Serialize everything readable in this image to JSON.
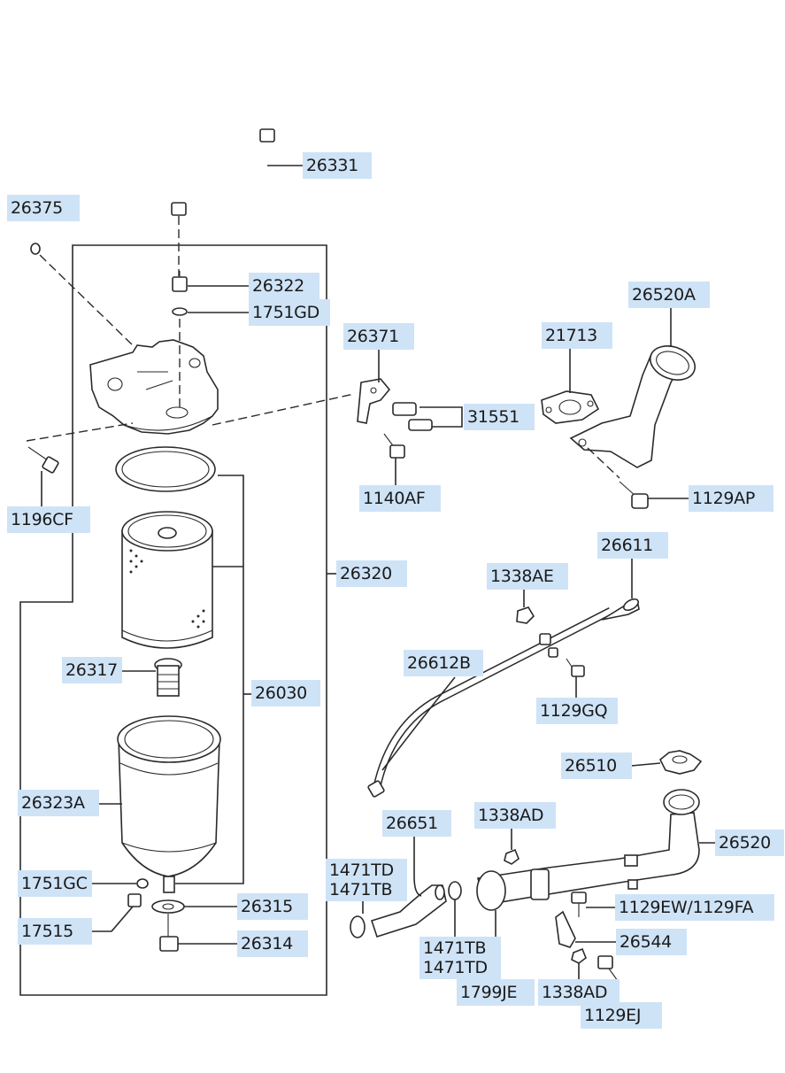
{
  "diagram": {
    "labels": {
      "p26331": "26331",
      "p26375": "26375",
      "p26322": "26322",
      "p1751GD": "1751GD",
      "p26371": "26371",
      "p21713": "21713",
      "p26520A": "26520A",
      "p31551": "31551",
      "p1196CF": "1196CF",
      "p1140AF": "1140AF",
      "p1129AP": "1129AP",
      "p26320": "26320",
      "p26611": "26611",
      "p1338AE": "1338AE",
      "p26317": "26317",
      "p26612B": "26612B",
      "p26030": "26030",
      "p1129GQ": "1129GQ",
      "p26510": "26510",
      "p26323A": "26323A",
      "p1338AD_top": "1338AD",
      "p26651": "26651",
      "p26520": "26520",
      "p1471TD_TB_1": "1471TD",
      "p1471TD_TB_2": "1471TB",
      "p1751GC": "1751GC",
      "p26315": "26315",
      "p1129EW_FA": "1129EW/1129FA",
      "p17515": "17515",
      "p26314": "26314",
      "p26544": "26544",
      "p1471TB_TD_1": "1471TB",
      "p1471TB_TD_2": "1471TD",
      "p1799JE": "1799JE",
      "p1338AD_bottom": "1338AD",
      "p1129EJ": "1129EJ"
    }
  }
}
